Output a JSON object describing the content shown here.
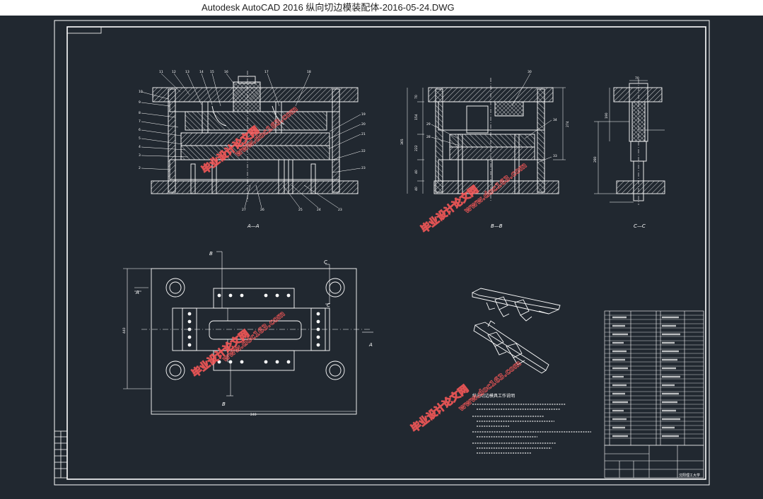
{
  "window": {
    "title": "Autodesk AutoCAD 2016     纵向切边模装配体-2016-05-24.DWG"
  },
  "drawing": {
    "section_labels": {
      "aa": "A—A",
      "bb": "B—B",
      "cc": "C—C"
    },
    "cut_markers": {
      "a_left": "A",
      "a_right": "A",
      "b_top": "B",
      "b_bottom": "B",
      "c_top": "C",
      "c_bottom": "C"
    },
    "dimensions": {
      "plan_width": "240",
      "plan_height": "440",
      "bb_height": "365",
      "cc_top": "190",
      "cc_mid": "280",
      "cc_width": "70"
    },
    "tech_notes_title": "纵向切边模具工作说明",
    "title_block_org": "沈阳理工大学",
    "watermarks": {
      "cn": "毕业设计论文网",
      "url": "www.doc163.com"
    }
  },
  "colors": {
    "canvas_bg": "#212830",
    "line": "#ffffff",
    "watermark": "#ff5a5a"
  }
}
